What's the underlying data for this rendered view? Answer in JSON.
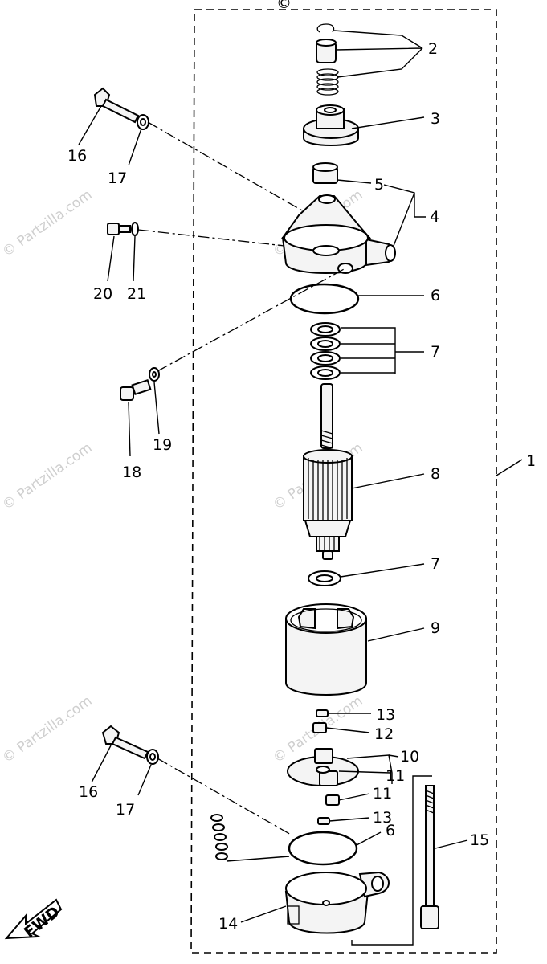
{
  "watermark": "© Partzilla.com",
  "top_mark": "©",
  "fwd_arrow": "FWD",
  "callouts": {
    "c1": "1",
    "c2": "2",
    "c3": "3",
    "c4": "4",
    "c5": "5",
    "c6_top": "6",
    "c6_bottom": "6",
    "c7_top": "7",
    "c7_bottom": "7",
    "c8": "8",
    "c9": "9",
    "c10": "10",
    "c11": "11",
    "c11_b": "11",
    "c12": "12",
    "c13_top": "13",
    "c13_bottom": "13",
    "c14": "14",
    "c15": "15",
    "c16_top": "16",
    "c16_bottom": "16",
    "c17_top": "17",
    "c17_bottom": "17",
    "c18": "18",
    "c19": "19",
    "c20": "20",
    "c21": "21"
  }
}
